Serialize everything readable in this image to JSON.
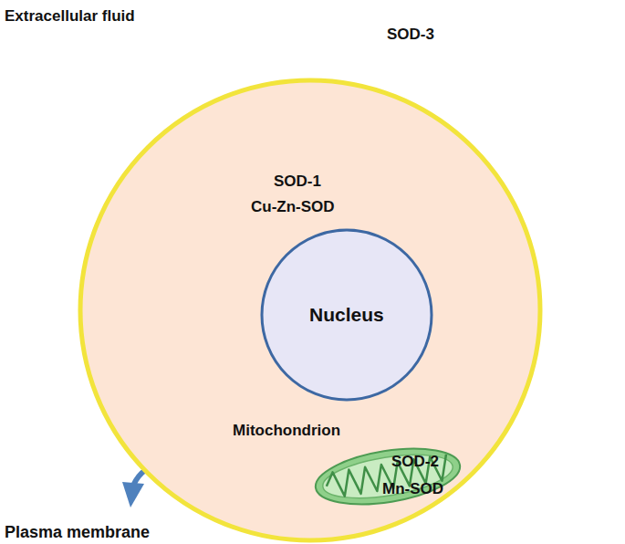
{
  "diagram": {
    "nodes": [
      {
        "text": [
          "SOD-1",
          "Cu-Zn-SOD"
        ]
      },
      {
        "text": [
          "Nucleus"
        ],
        "in": 0
      },
      {
        "text": [
          "Mitochondrion",
          "SOD-2",
          "Mn-SOD"
        ],
        "in": 0
      }
    ],
    "labels": [
      "Extracellular fluid",
      "SOD-3",
      "Plasma membrane"
    ]
  }
}
